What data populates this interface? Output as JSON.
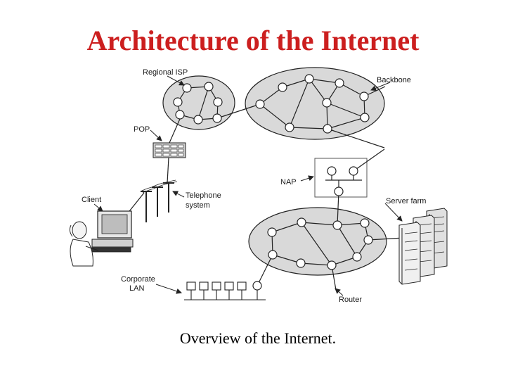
{
  "slide": {
    "title": "Architecture of the Internet",
    "caption": "Overview of the Internet."
  },
  "diagram": {
    "labels": {
      "regional_isp": "Regional ISP",
      "backbone": "Backbone",
      "pop": "POP",
      "nap": "NAP",
      "client": "Client",
      "telephone_line1": "Telephone",
      "telephone_line2": "system",
      "server_farm": "Server farm",
      "corporate_line1": "Corporate",
      "corporate_line2": "LAN",
      "router": "Router"
    },
    "colors": {
      "network_fill": "#d9d9d9",
      "router_fill": "#ffffff",
      "stroke": "#222222",
      "title": "#cc1f1f"
    }
  }
}
